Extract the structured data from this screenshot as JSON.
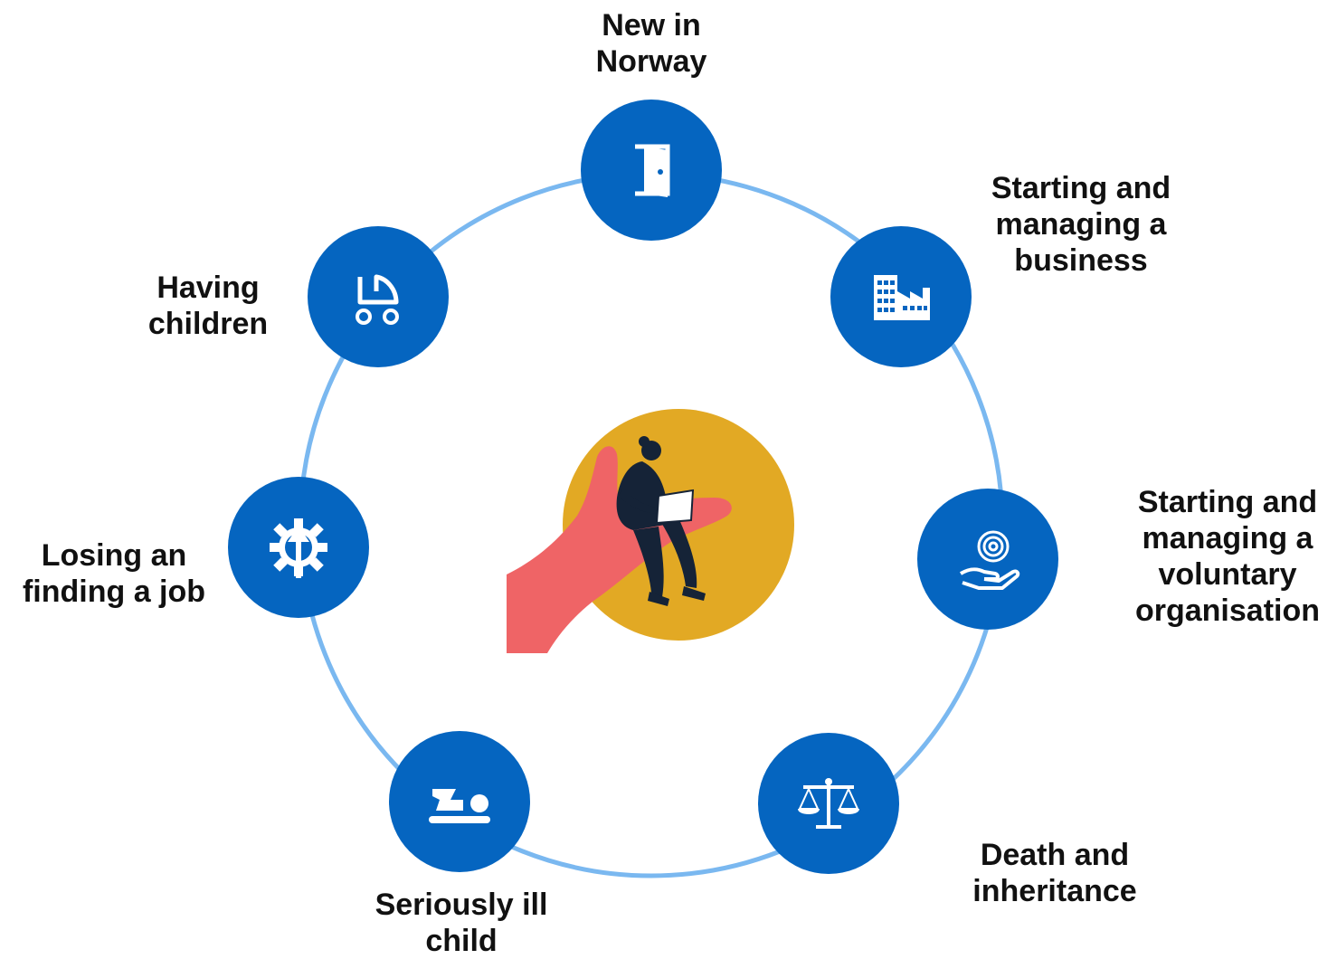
{
  "nodes": [
    {
      "id": "new-in-norway",
      "icon": "door-icon",
      "label_lines": [
        "New in",
        "Norway"
      ]
    },
    {
      "id": "starting-business",
      "icon": "factory-icon",
      "label_lines": [
        "Starting and",
        "managing a",
        "business"
      ]
    },
    {
      "id": "voluntary-organisation",
      "icon": "hand-spiral-icon",
      "label_lines": [
        "Starting and",
        "managing a",
        "voluntary",
        "organisation"
      ]
    },
    {
      "id": "death-inheritance",
      "icon": "scales-icon",
      "label_lines": [
        "Death and",
        "inheritance"
      ]
    },
    {
      "id": "seriously-ill-child",
      "icon": "baby-bed-icon",
      "label_lines": [
        "Seriously ill",
        "child"
      ]
    },
    {
      "id": "losing-finding-job",
      "icon": "gear-arrow-icon",
      "label_lines": [
        "Losing an",
        "finding a job"
      ]
    },
    {
      "id": "having-children",
      "icon": "stroller-icon",
      "label_lines": [
        "Having",
        "children"
      ]
    }
  ],
  "center_image": {
    "icon": "person-in-hand-illustration"
  },
  "colors": {
    "node_fill": "#0565c0",
    "ring_stroke": "#7ab8f0",
    "center_circle": "#e2a924",
    "hand": "#ef6466",
    "person": "#152337",
    "label_text": "#111111"
  }
}
